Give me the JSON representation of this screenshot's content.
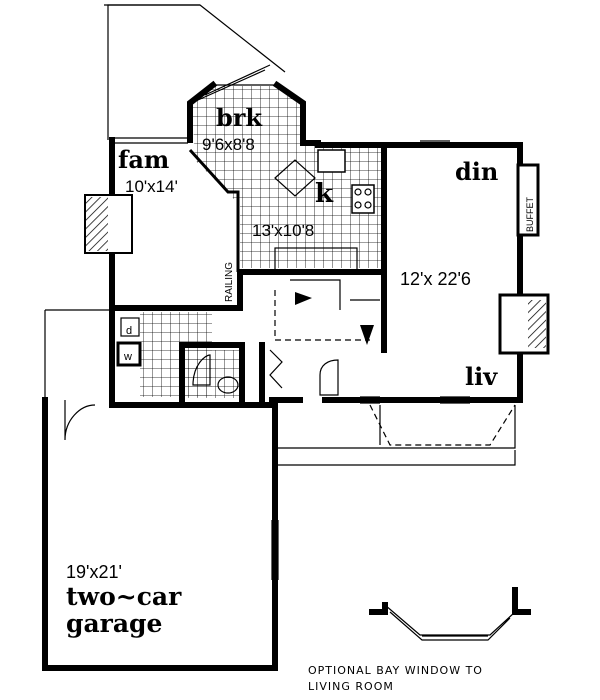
{
  "plan": {
    "rooms": {
      "breakfast": {
        "label": "brk",
        "size": "9'6x8'8"
      },
      "family": {
        "label": "fam",
        "size": "10'x14'"
      },
      "kitchen": {
        "label": "k",
        "size": "13'x10'8"
      },
      "dining": {
        "label": "din",
        "buffet": "BUFFET"
      },
      "living": {
        "label": "liv",
        "size": "12'x 22'6"
      },
      "garage": {
        "size": "19'x21'",
        "label_line1": "two~car",
        "label_line2": "garage"
      }
    },
    "annotations": {
      "railing": "RAILING",
      "dryer": "d",
      "washer": "w"
    },
    "note": {
      "line1": "OPTIONAL BAY WINDOW TO",
      "line2": "LIVING ROOM"
    }
  }
}
